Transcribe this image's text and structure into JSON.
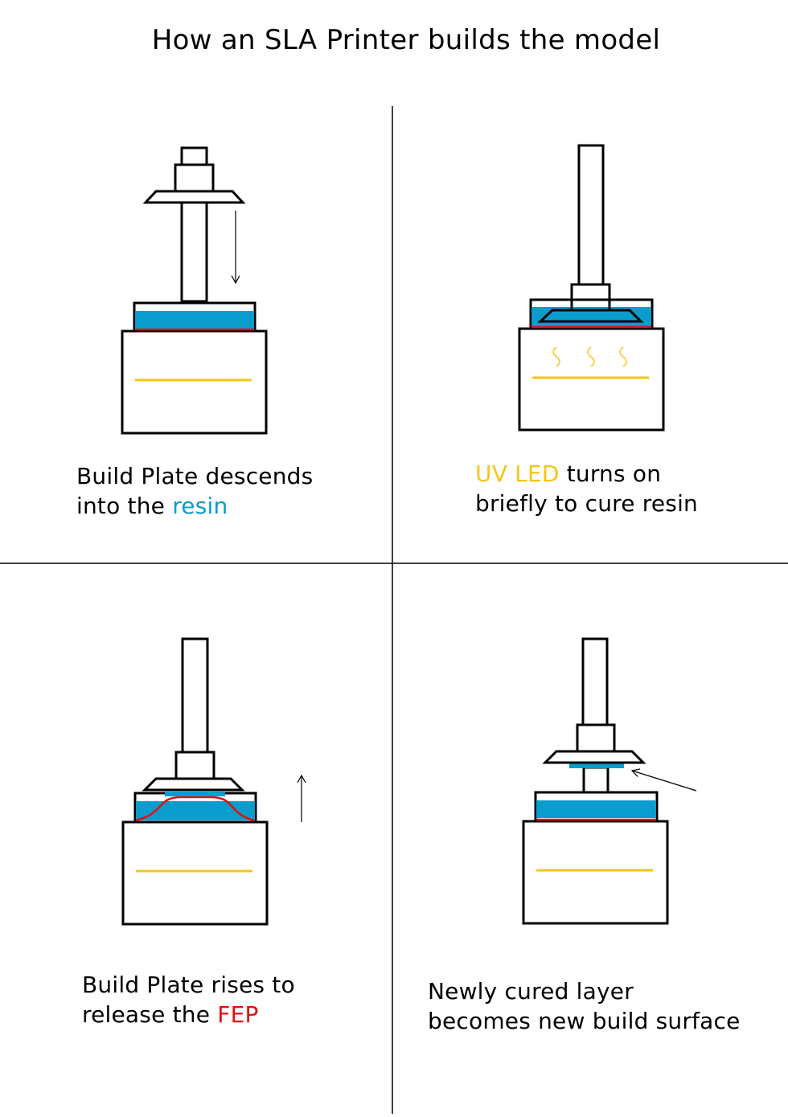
{
  "title": "How an SLA Printer builds the model",
  "colors": {
    "resin": "#0a9ccc",
    "uv": "#f5c518",
    "fep": "#e01010",
    "outline": "#000000",
    "background": "#ffffff"
  },
  "steps": [
    {
      "caption_line1": "Build Plate descends",
      "caption_line2_prefix": "into the ",
      "caption_line2_highlight": "resin",
      "arrow": "down-arrow"
    },
    {
      "caption_line1_highlight": "UV LED",
      "caption_line1_suffix": " turns on",
      "caption_line2": "briefly to cure resin"
    },
    {
      "caption_line1": "Build Plate rises to",
      "caption_line2_prefix": "release the ",
      "caption_line2_highlight": "FEP",
      "arrow": "up-arrow"
    },
    {
      "caption_line1": "Newly cured layer",
      "caption_line2": "becomes new build surface",
      "arrow": "pointer-arrow"
    }
  ]
}
